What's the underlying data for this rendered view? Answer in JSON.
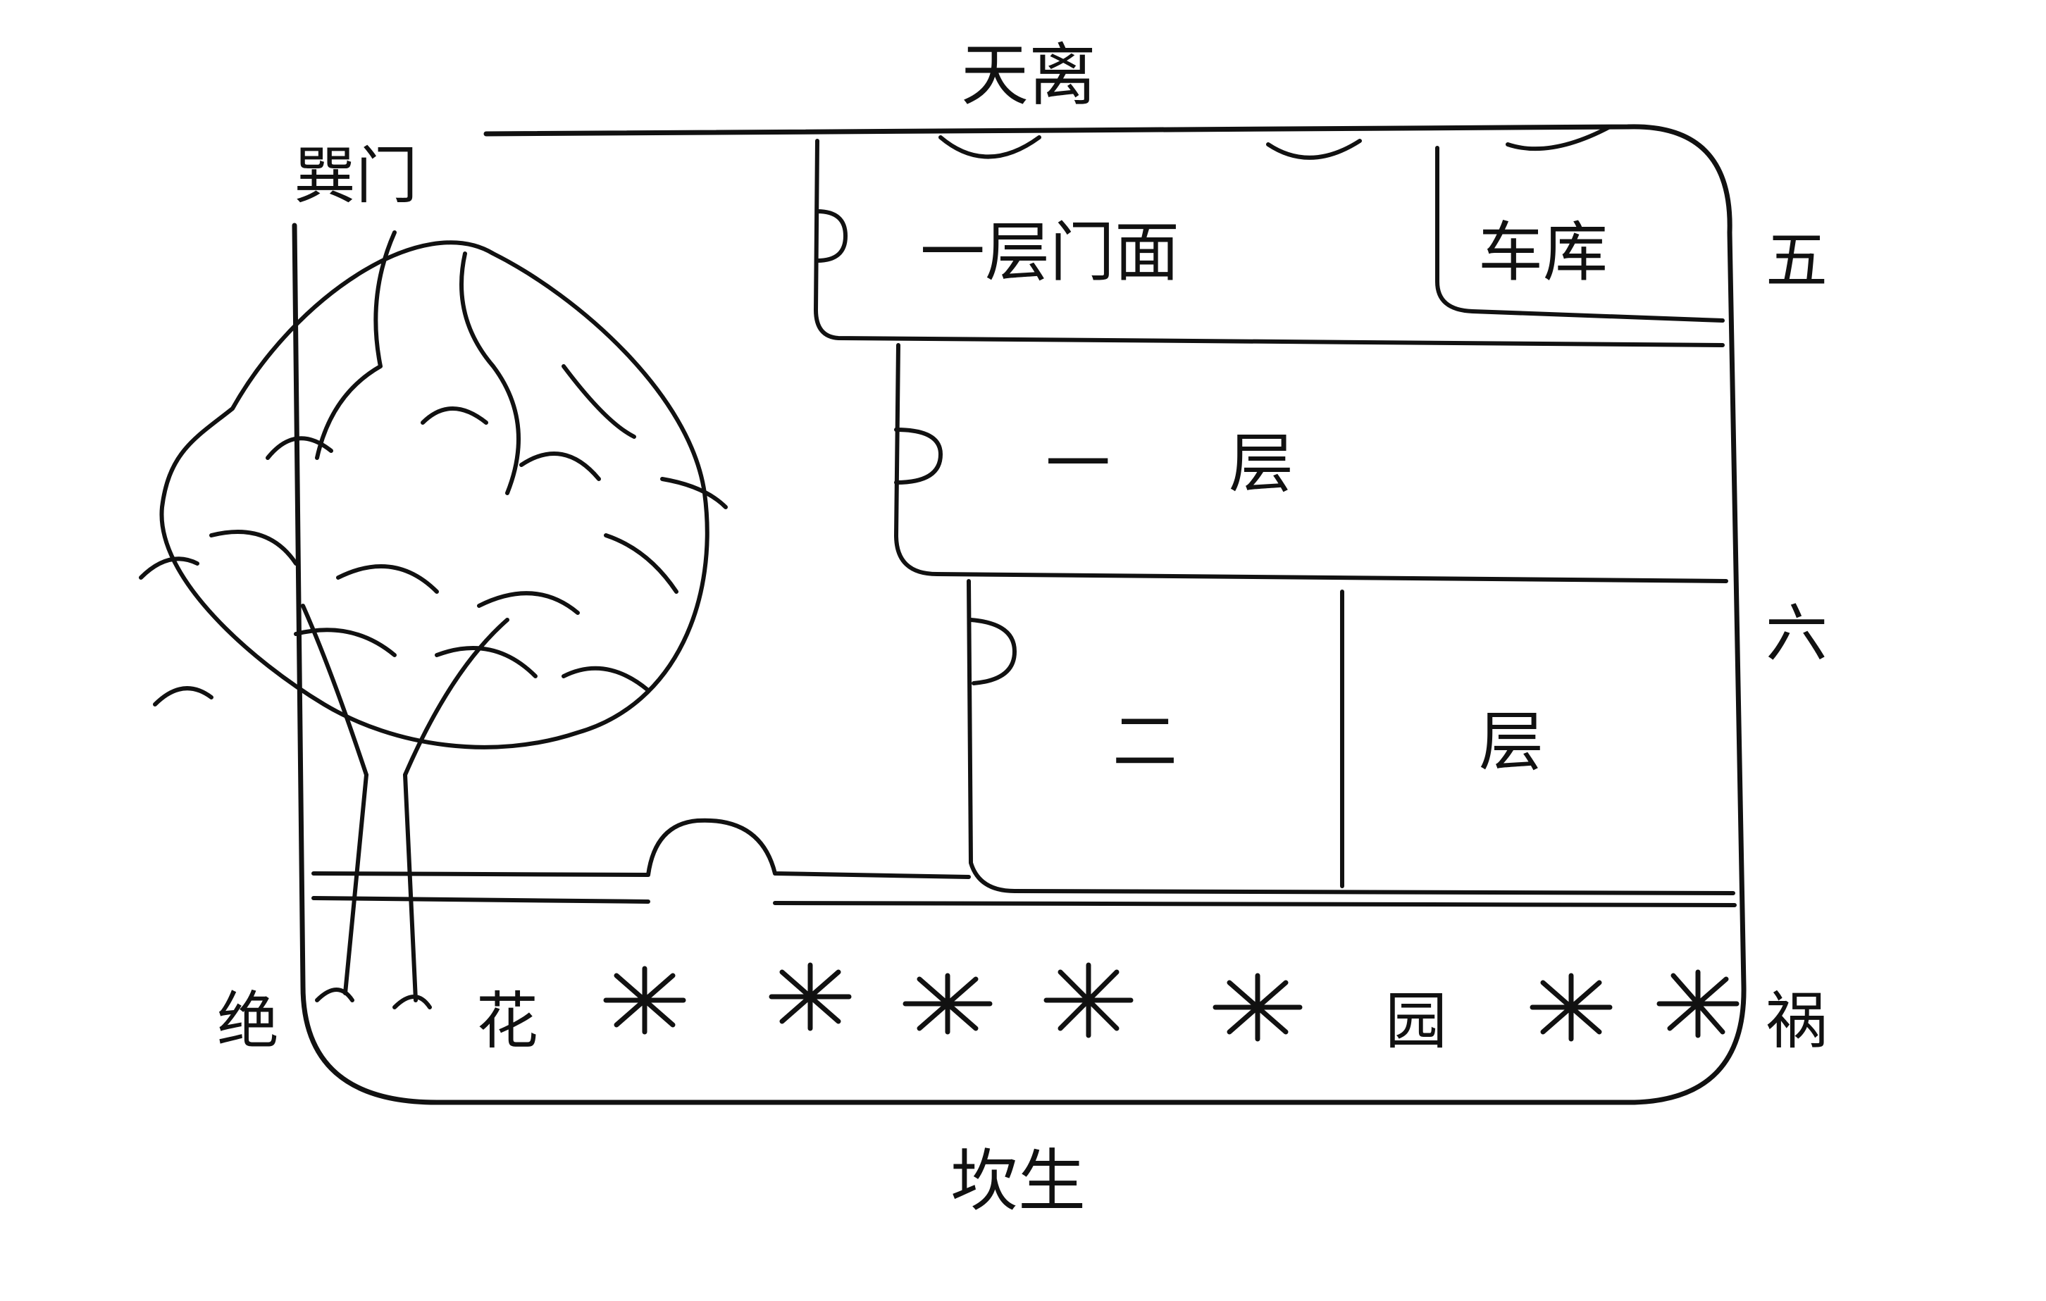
{
  "compass": {
    "top": "天离",
    "top_left": "巽门",
    "right_upper": "五",
    "right_middle": "六",
    "right_lower": "祸",
    "bottom": "坎生",
    "bottom_left": "绝"
  },
  "rooms": {
    "storefront": "一层门面",
    "garage": "车库",
    "floor1_a": "一",
    "floor1_b": "层",
    "floor2_a": "二",
    "floor2_b": "层"
  },
  "garden": {
    "char1": "花",
    "char2": "园"
  },
  "colors": {
    "ink": "#111111",
    "paper": "#ffffff"
  }
}
